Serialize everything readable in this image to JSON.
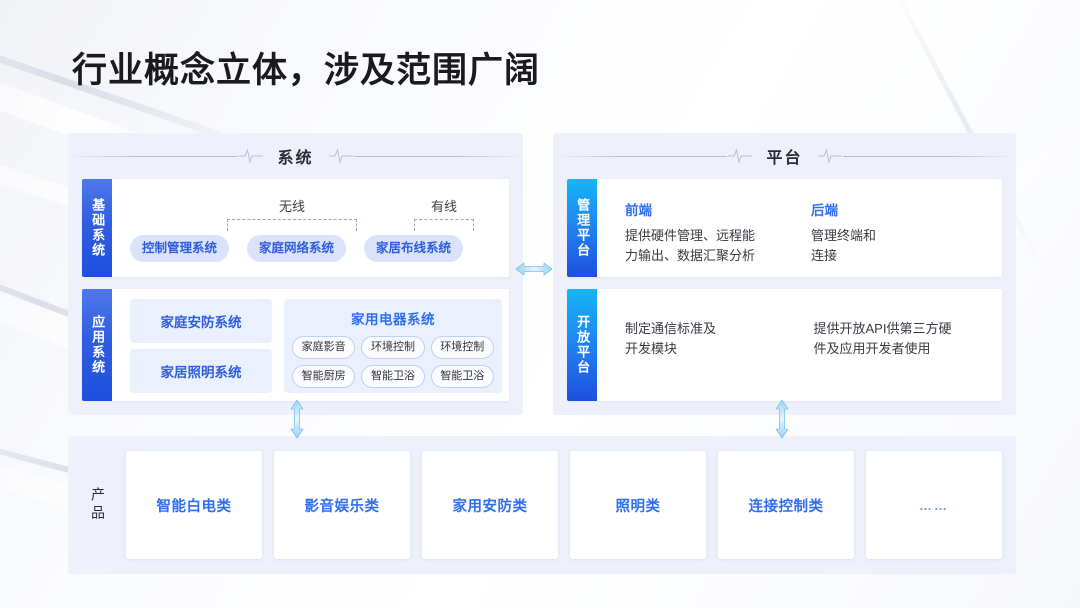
{
  "page": {
    "title": "行业概念立体，涉及范围广阔"
  },
  "system_panel": {
    "header": "系统",
    "basic": {
      "tab": "基础系统",
      "group_labels": [
        "无线",
        "有线"
      ],
      "pills": [
        "控制管理系统",
        "家庭网络系统",
        "家居布线系统"
      ]
    },
    "application": {
      "tab": "应用系统",
      "cards": [
        "家庭安防系统",
        "家居照明系统"
      ],
      "appliance": {
        "title": "家用电器系统",
        "chips": [
          "家庭影音",
          "环境控制",
          "环境控制",
          "智能厨房",
          "智能卫浴",
          "智能卫浴"
        ]
      }
    }
  },
  "platform_panel": {
    "header": "平台",
    "manage": {
      "tab": "管理平台",
      "columns": [
        {
          "head": "前端",
          "text": "提供硬件管理、远程能\n力输出、数据汇聚分析"
        },
        {
          "head": "后端",
          "text": "管理终端和\n连接"
        }
      ]
    },
    "open": {
      "tab": "开放平台",
      "columns": [
        {
          "head": "",
          "text": "制定通信标准及\n开发模块"
        },
        {
          "head": "",
          "text": "提供开放API供第三方硬\n件及应用开发者使用"
        }
      ]
    }
  },
  "product_panel": {
    "label": "产品",
    "cards": [
      "智能白电类",
      "影音娱乐类",
      "家用安防类",
      "照明类",
      "连接控制类",
      "……"
    ]
  },
  "colors": {
    "panel_bg": "#eef1fb",
    "accent_blue": "#2f5fe0",
    "accent_cyan": "#16b6f5",
    "pill_bg": "#dbe3fb",
    "text_dark": "#2b2b33"
  }
}
